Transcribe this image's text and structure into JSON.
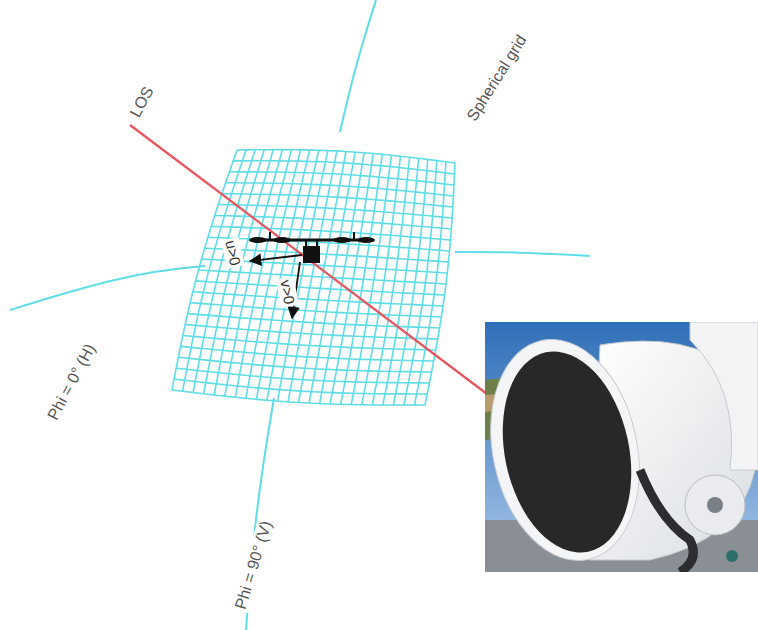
{
  "diagram": {
    "labels": [
      "LOS",
      "Spherical grid",
      "u>0",
      "v>0",
      "Phi = 0° (H)",
      "Phi = 90° (V)"
    ]
  }
}
